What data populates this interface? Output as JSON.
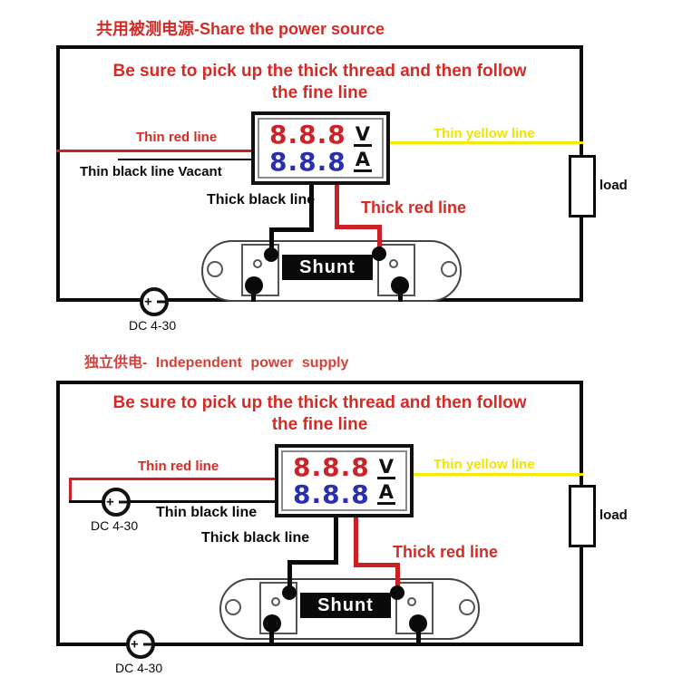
{
  "diagram1": {
    "title": "共用被测电源-Share the power source",
    "warning": {
      "line1": "Be sure to pick up the thick thread and then follow",
      "line2": "the fine line"
    },
    "meter": {
      "volt_value": "8.8.8",
      "amp_value": "8.8.8",
      "volt_unit": "V",
      "amp_unit": "A"
    },
    "labels": {
      "thin_red": "Thin red line",
      "thin_black": "Thin black line Vacant",
      "thin_yellow": "Thin yellow line",
      "thick_black": "Thick black line",
      "thick_red": "Thick red line"
    },
    "load_label": "load",
    "shunt_label": "Shunt",
    "power_label": "DC 4-30"
  },
  "diagram2": {
    "title": "独立供电- Independent power supply",
    "warning": {
      "line1": "Be sure to pick up the thick thread and then follow",
      "line2": "the fine line"
    },
    "meter": {
      "volt_value": "8.8.8",
      "amp_value": "8.8.8",
      "volt_unit": "V",
      "amp_unit": "A"
    },
    "labels": {
      "thin_red": "Thin red line",
      "thin_black": "Thin black line",
      "thin_yellow": "Thin yellow line",
      "thick_black": "Thick black line",
      "thick_red": "Thick red line"
    },
    "load_label": "load",
    "shunt_label": "Shunt",
    "power_left_label": "DC 4-30",
    "power_bottom_label": "DC 4-30"
  },
  "colors": {
    "red_text": "#d32b26",
    "red_wire": "#cb2026",
    "yellow_wire": "#f6ec00",
    "volt_digits": "#cc2229",
    "amp_digits": "#2a2fb0",
    "wire_black": "#0a0a0a"
  }
}
